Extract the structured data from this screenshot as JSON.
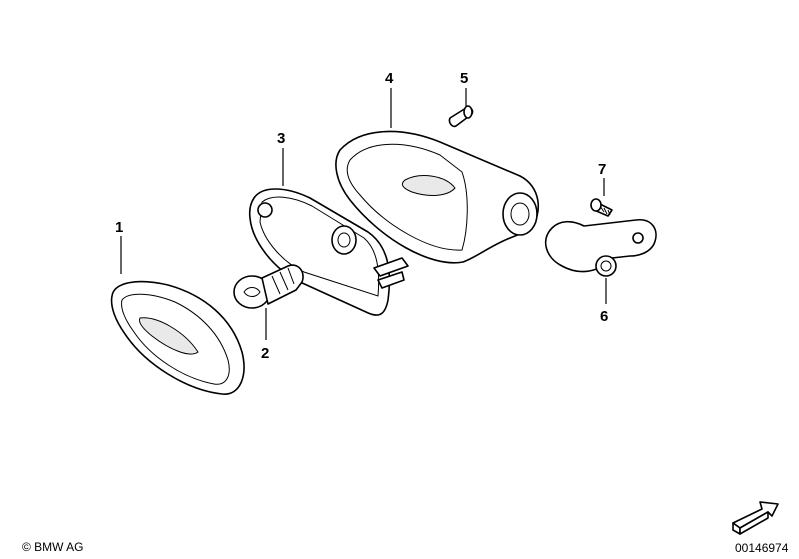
{
  "parts": [
    {
      "number": "1",
      "icon": "lens-cover-icon"
    },
    {
      "number": "2",
      "icon": "bulb-icon"
    },
    {
      "number": "3",
      "icon": "lamp-base-icon"
    },
    {
      "number": "4",
      "icon": "housing-icon"
    },
    {
      "number": "5",
      "icon": "screw-icon"
    },
    {
      "number": "6",
      "icon": "mount-bracket-icon"
    },
    {
      "number": "7",
      "icon": "self-tapping-screw-icon"
    }
  ],
  "footer": {
    "copyright": "© BMW AG",
    "doc_number": "00146974"
  },
  "colors": {
    "line": "#000000",
    "background": "#ffffff",
    "shade": "#e9e9e9"
  }
}
